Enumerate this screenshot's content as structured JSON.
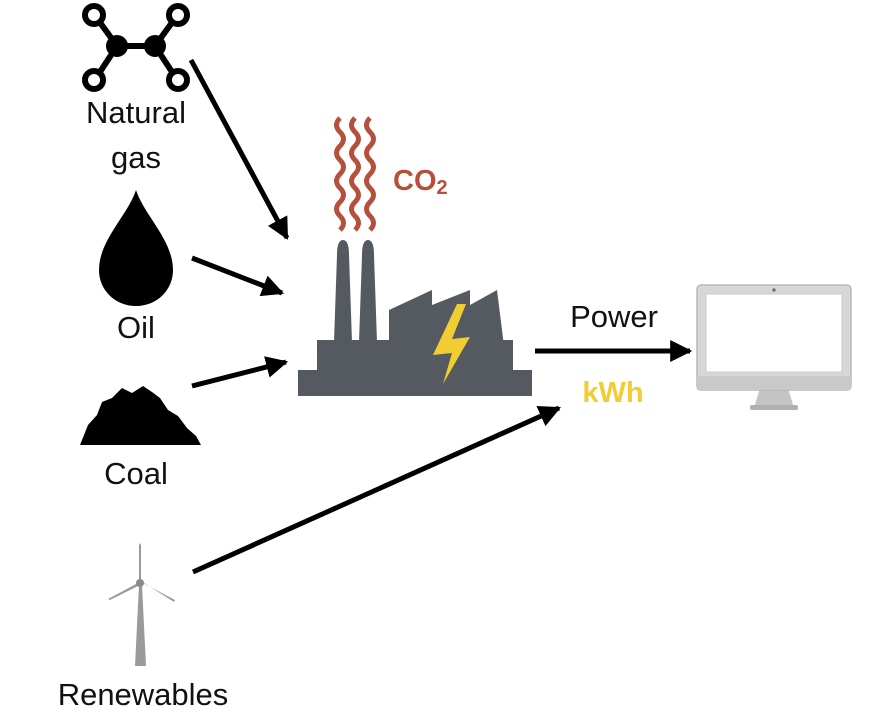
{
  "sources": {
    "natural_gas": {
      "label_line1": "Natural",
      "label_line2": "gas",
      "icon": "molecule-icon"
    },
    "oil": {
      "label": "Oil",
      "icon": "oil-drop-icon"
    },
    "coal": {
      "label": "Coal",
      "icon": "coal-pile-icon"
    },
    "renewables": {
      "label": "Renewables",
      "icon": "wind-turbine-icon"
    }
  },
  "plant": {
    "icon": "power-plant-icon",
    "emission_label": "CO",
    "emission_subscript": "2",
    "emission_color": "#b5503c",
    "body_color": "#555a60",
    "bolt_color": "#f0cd32"
  },
  "output": {
    "label": "Power",
    "unit": "kWh",
    "unit_color": "#f0cd32",
    "icon": "computer-monitor-icon"
  },
  "arrow_color": "#000000"
}
